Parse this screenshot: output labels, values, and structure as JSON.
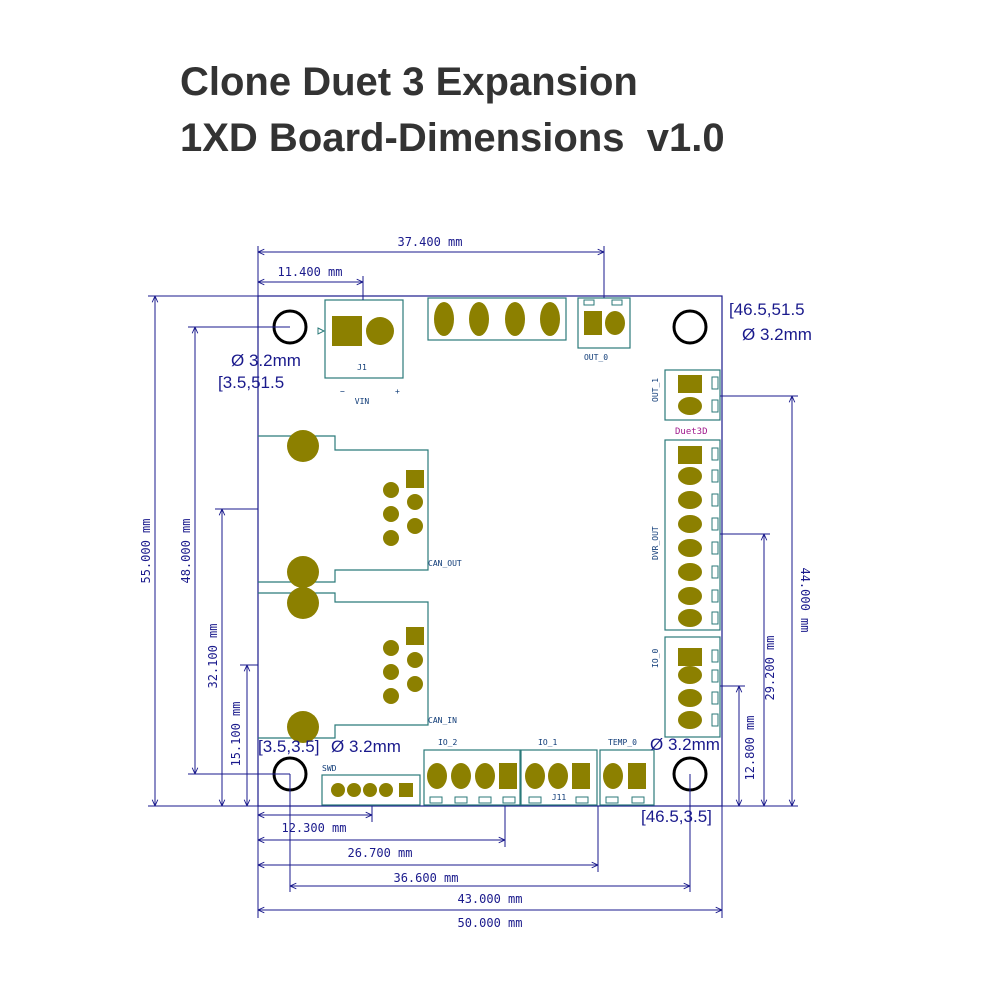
{
  "title": {
    "line1": "Clone Duet 3 Expansion",
    "line2": "1XD Board-Dimensions  v1.0"
  },
  "dimensions": {
    "d37_4": "37.400 mm",
    "d11_4": "11.400 mm",
    "d55": "55.000 mm",
    "d48": "48.000 mm",
    "d32_1": "32.100 mm",
    "d15_1": "15.100 mm",
    "d44": "44.000 mm",
    "d29_2": "29.200 mm",
    "d12_8": "12.800 mm",
    "d12_3": "12.300 mm",
    "d26_7": "26.700 mm",
    "d36_6": "36.600 mm",
    "d43": "43.000 mm",
    "d50": "50.000 mm"
  },
  "holes": {
    "top_left_coord": "[3.5,51.5",
    "top_left_dia": "Ø 3.2mm",
    "top_right_coord": "[46.5,51.5",
    "top_right_dia": "Ø 3.2mm",
    "bottom_left_coord": "[3.5,3.5]",
    "bottom_left_dia": "Ø 3.2mm",
    "bottom_right_coord": "[46.5,3.5]",
    "bottom_right_dia": "Ø 3.2mm"
  },
  "silkscreen": {
    "vin": "VIN",
    "minus": "−",
    "plus": "+",
    "j1": "J1",
    "out_0": "OUT_0",
    "out_1": "OUT_1",
    "duet3d": "Duet3D",
    "dvr_out": "DVR_OUT",
    "io_0": "IO_0",
    "can_out": "CAN_OUT",
    "can_in": "CAN_IN",
    "io_2": "IO_2",
    "io_1": "IO_1",
    "temp_0": "TEMP_0",
    "swd": "SWD",
    "j11": "J11"
  },
  "colors": {
    "outline": "#1a1a8c",
    "pad": "#8c8000",
    "silk": "#2b7a7a",
    "title": "#333333"
  }
}
